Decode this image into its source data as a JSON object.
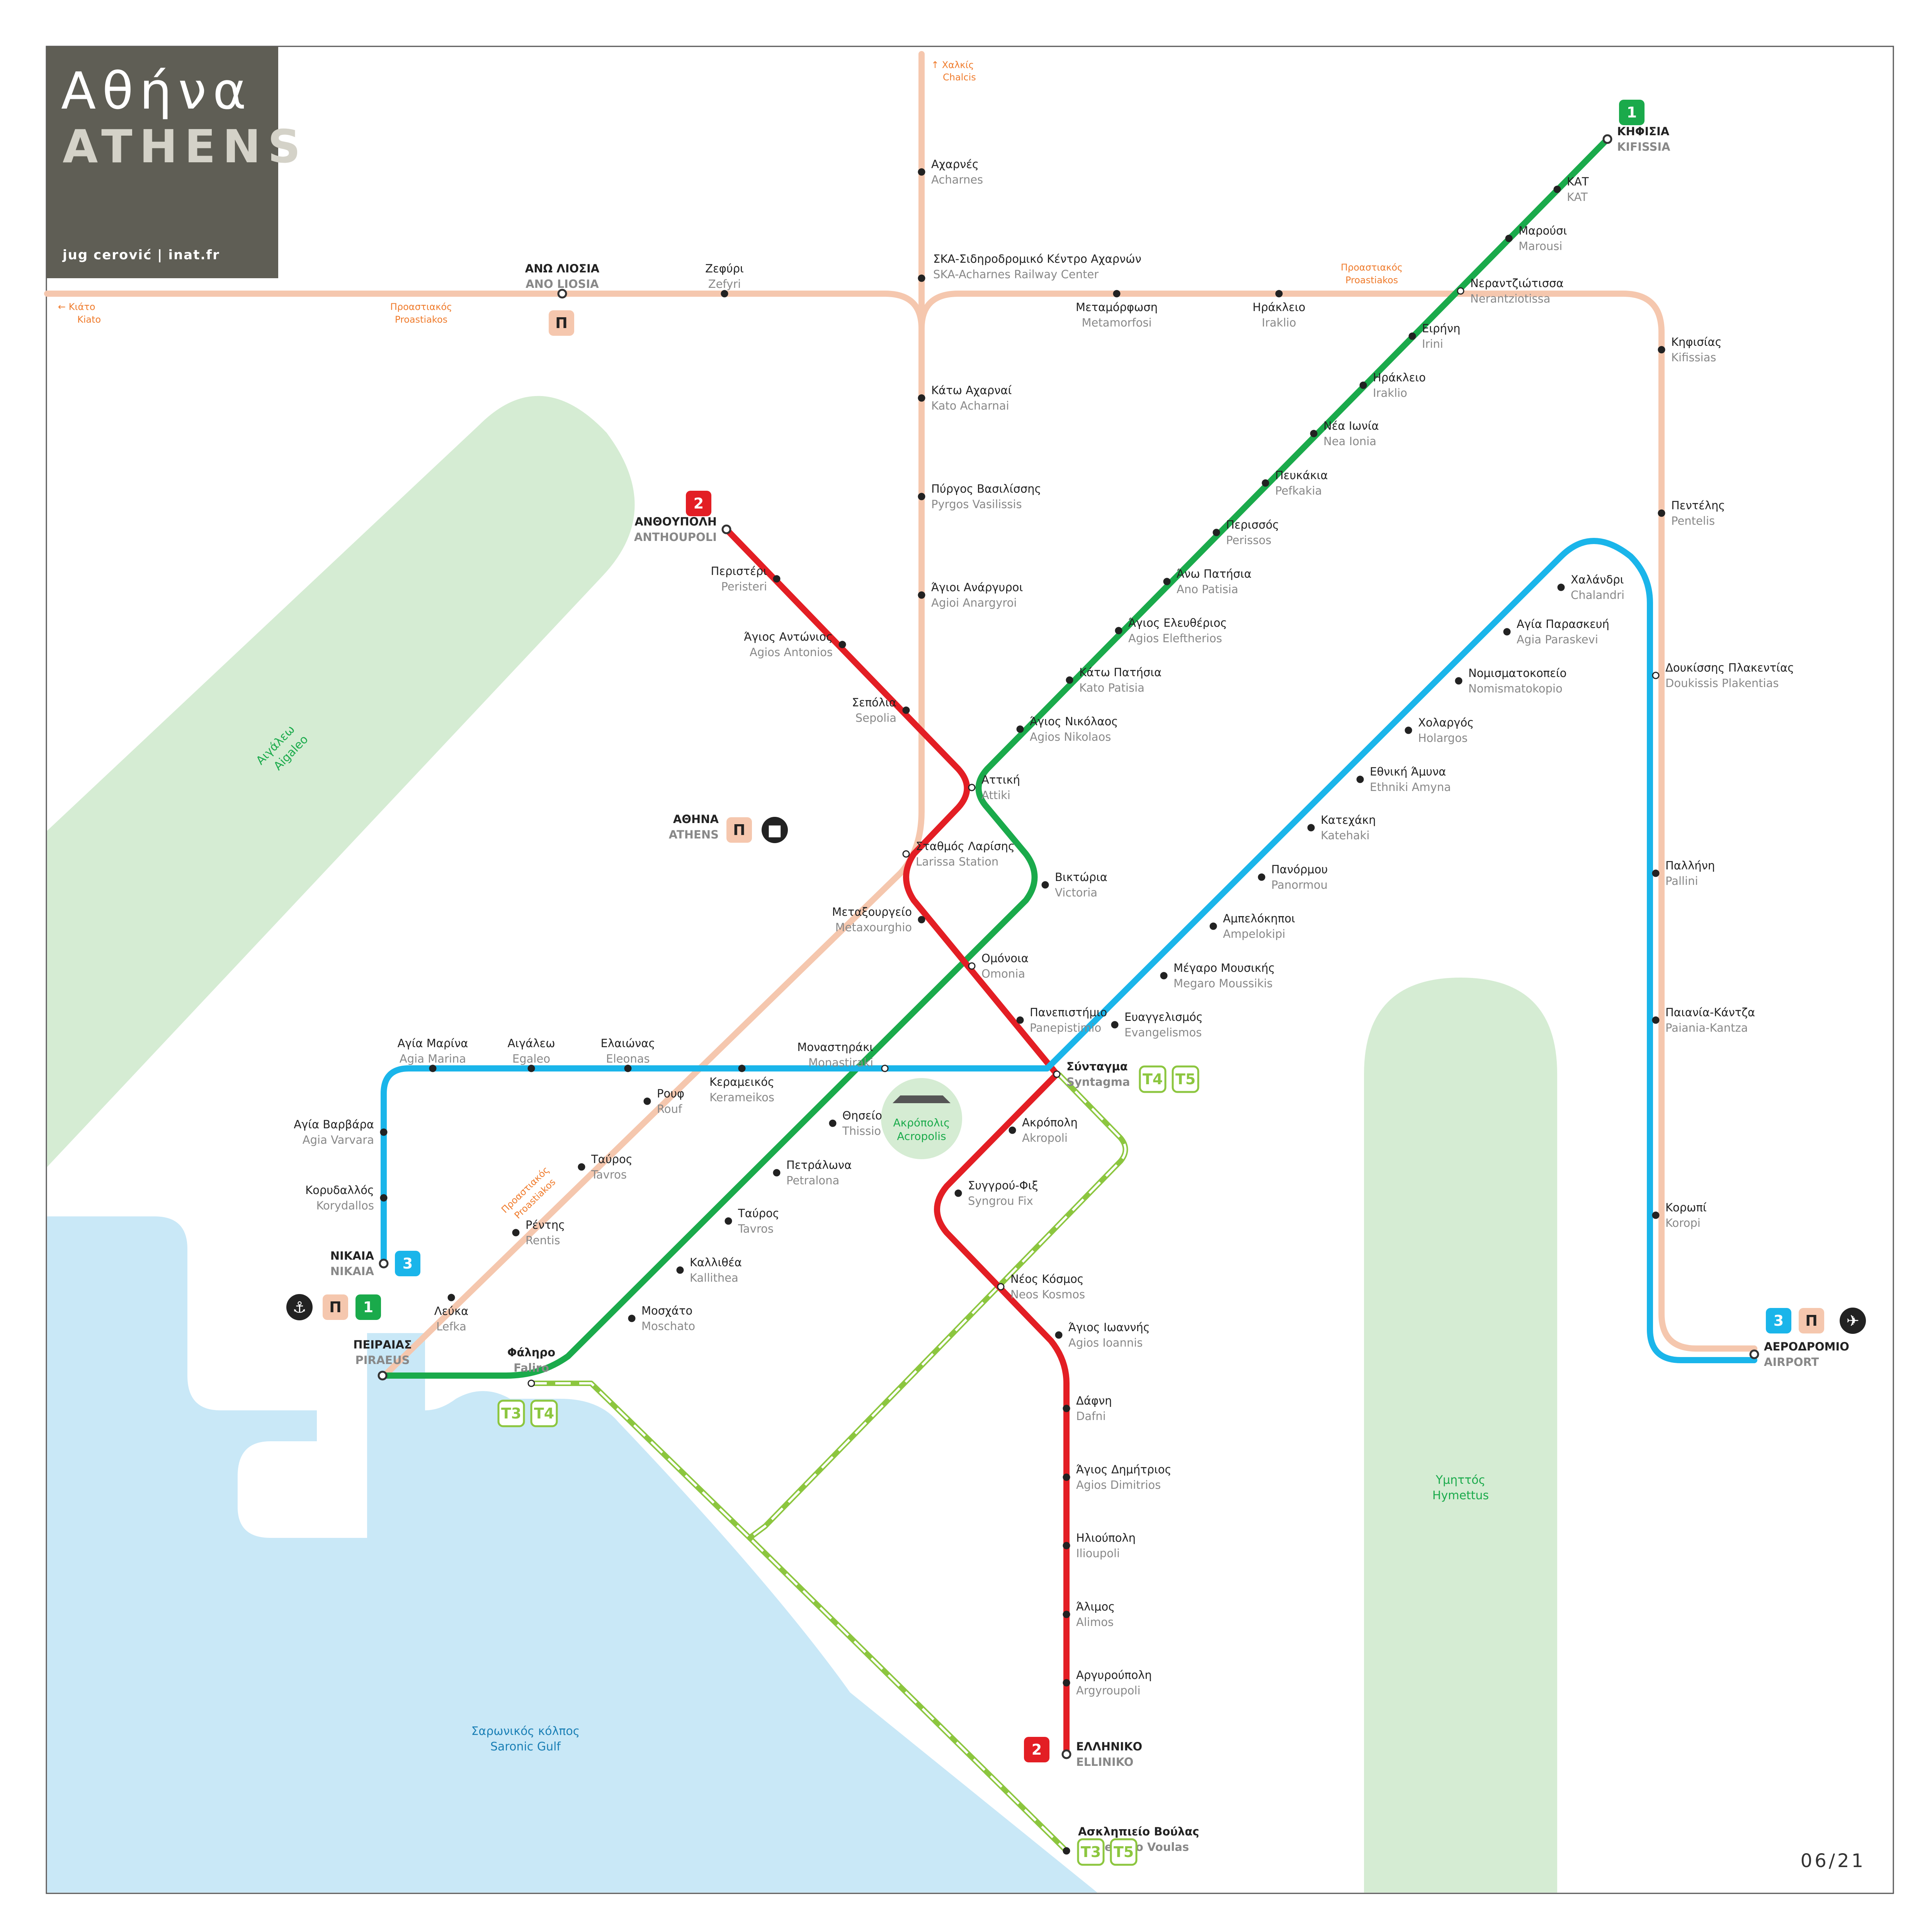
{
  "title": {
    "greek": "Αθήνα",
    "latin": "ATHENS",
    "credit": "jug cerović | inat.fr"
  },
  "version": "06/21",
  "colors": {
    "line1": "#1aaa4b",
    "line2": "#e31e24",
    "line3": "#1ab5ea",
    "proastiakos": "#f5c7ae",
    "tram": "#8cc63f",
    "sea": "#c9e8f7",
    "park": "#d5ecd3",
    "proastiakos_text": "#ef7b2c"
  },
  "regions": {
    "aigaleo": {
      "greek": "Αιγάλεω",
      "latin": "Aigaleo"
    },
    "hymettus": {
      "greek": "Υμηττός",
      "latin": "Hymettus"
    },
    "gulf": {
      "greek": "Σαρωνικός κόλπος",
      "latin": "Saronic Gulf"
    },
    "acropolis": {
      "greek": "Ακρόπολις",
      "latin": "Acropolis"
    }
  },
  "badges": {
    "line1": "1",
    "line2": "2",
    "line3": "3",
    "proastiakos": "Π",
    "t3": "T3",
    "t4": "T4",
    "t5": "T5"
  },
  "directions": {
    "kiato": {
      "greek": "← Κιάτο",
      "latin": "Kiato"
    },
    "chalcis": {
      "greek": "↑ Χαλκίς",
      "latin": "Chalcis"
    }
  },
  "proastiakos_labels": [
    {
      "greek": "Προαστιακός",
      "latin": "Proastiakos"
    },
    {
      "greek": "Προαστιακός",
      "latin": "Proastiakos"
    },
    {
      "greek": "Προαστιακός",
      "latin": "Proastiakos"
    }
  ],
  "stations": [
    {
      "id": "kifissia",
      "greek": "ΚΗΦΙΣΙΑ",
      "latin": "KIFISSIA",
      "terminal": true
    },
    {
      "id": "kat",
      "greek": "ΚΑΤ",
      "latin": "KAT"
    },
    {
      "id": "marousi",
      "greek": "Μαρούσι",
      "latin": "Marousi"
    },
    {
      "id": "nerantziotissa",
      "greek": "Νεραντζιώτισσα",
      "latin": "Nerantziotissa"
    },
    {
      "id": "irini",
      "greek": "Ειρήνη",
      "latin": "Irini"
    },
    {
      "id": "iraklio1",
      "greek": "Ηράκλειο",
      "latin": "Iraklio"
    },
    {
      "id": "neaionia",
      "greek": "Νέα Ιωνία",
      "latin": "Nea Ionia"
    },
    {
      "id": "pefkakia",
      "greek": "Πευκάκια",
      "latin": "Pefkakia"
    },
    {
      "id": "perissos",
      "greek": "Περισσός",
      "latin": "Perissos"
    },
    {
      "id": "anopatisia",
      "greek": "Άνω Πατήσια",
      "latin": "Ano Patisia"
    },
    {
      "id": "agioseleftherios",
      "greek": "Άγιος Ελευθέριος",
      "latin": "Agios Eleftherios"
    },
    {
      "id": "katopatisia",
      "greek": "Κάτω Πατήσια",
      "latin": "Kato Patisia"
    },
    {
      "id": "agiosnikolaos",
      "greek": "Άγιος Νικόλαος",
      "latin": "Agios Nikolaos"
    },
    {
      "id": "attiki",
      "greek": "Αττική",
      "latin": "Attiki"
    },
    {
      "id": "victoria",
      "greek": "Βικτώρια",
      "latin": "Victoria"
    },
    {
      "id": "omonia",
      "greek": "Ομόνοια",
      "latin": "Omonia"
    },
    {
      "id": "monastiraki",
      "greek": "Μοναστηράκι",
      "latin": "Monastiraki"
    },
    {
      "id": "thissio",
      "greek": "Θησείο",
      "latin": "Thissio"
    },
    {
      "id": "petralona",
      "greek": "Πετράλωνα",
      "latin": "Petralona"
    },
    {
      "id": "tavros",
      "greek": "Ταύρος",
      "latin": "Tavros"
    },
    {
      "id": "kallithea",
      "greek": "Καλλιθέα",
      "latin": "Kallithea"
    },
    {
      "id": "moschato",
      "greek": "Μοσχάτο",
      "latin": "Moschato"
    },
    {
      "id": "faliro",
      "greek": "Φάληρο",
      "latin": "Faliro",
      "bold": true
    },
    {
      "id": "piraeus",
      "greek": "ΠΕΙΡΑΙΑΣ",
      "latin": "PIRAEUS",
      "terminal": true
    },
    {
      "id": "anthoupoli",
      "greek": "ΑΝΘΟΥΠΟΛΗ",
      "latin": "ANTHOUPOLI",
      "terminal": true
    },
    {
      "id": "peristeri",
      "greek": "Περιστέρι",
      "latin": "Peristeri"
    },
    {
      "id": "agiosantonios",
      "greek": "Άγιος Αντώνιος",
      "latin": "Agios Antonios"
    },
    {
      "id": "sepolia",
      "greek": "Σεπόλια",
      "latin": "Sepolia"
    },
    {
      "id": "larissa",
      "greek": "Σταθμός Λαρίσης",
      "latin": "Larissa Station"
    },
    {
      "id": "athina",
      "greek": "ΑΘΗΝΑ",
      "latin": "ATHENS",
      "terminal": true
    },
    {
      "id": "metaxourghio",
      "greek": "Μεταξουργείο",
      "latin": "Metaxourghio"
    },
    {
      "id": "panepistimio",
      "greek": "Πανεπιστήμιο",
      "latin": "Panepistimio"
    },
    {
      "id": "syntagma",
      "greek": "Σύνταγμα",
      "latin": "Syntagma",
      "bold": true
    },
    {
      "id": "akropoli",
      "greek": "Ακρόπολη",
      "latin": "Akropoli"
    },
    {
      "id": "syngrou",
      "greek": "Συγγρού-Φιξ",
      "latin": "Syngrou Fix"
    },
    {
      "id": "neoskosmos",
      "greek": "Νέος Κόσμος",
      "latin": "Neos Kosmos"
    },
    {
      "id": "agiosioannis",
      "greek": "Άγιος Ιωαννής",
      "latin": "Agios Ioannis"
    },
    {
      "id": "dafni",
      "greek": "Δάφνη",
      "latin": "Dafni"
    },
    {
      "id": "agiosdimitrios",
      "greek": "Άγιος Δημήτριος",
      "latin": "Agios Dimitrios"
    },
    {
      "id": "ilioupoli",
      "greek": "Ηλιούπολη",
      "latin": "Ilioupoli"
    },
    {
      "id": "alimos",
      "greek": "Άλιμος",
      "latin": "Alimos"
    },
    {
      "id": "argyroupoli",
      "greek": "Αργυρούπολη",
      "latin": "Argyroupoli"
    },
    {
      "id": "elliniko",
      "greek": "ΕΛΛΗΝΙΚΟ",
      "latin": "ELLINIKO",
      "terminal": true
    },
    {
      "id": "nikaia",
      "greek": "ΝΙΚΑΙΑ",
      "latin": "NIKAIA",
      "terminal": true
    },
    {
      "id": "korydallos",
      "greek": "Κορυδαλλός",
      "latin": "Korydallos"
    },
    {
      "id": "agiavarvara",
      "greek": "Αγία Βαρβάρα",
      "latin": "Agia Varvara"
    },
    {
      "id": "agiamarina",
      "greek": "Αγία Μαρίνα",
      "latin": "Agia Marina"
    },
    {
      "id": "egaleo",
      "greek": "Αιγάλεω",
      "latin": "Egaleo"
    },
    {
      "id": "eleonas",
      "greek": "Ελαιώνας",
      "latin": "Eleonas"
    },
    {
      "id": "kerameikos",
      "greek": "Κεραμεικός",
      "latin": "Kerameikos"
    },
    {
      "id": "evangelismos",
      "greek": "Ευαγγελισμός",
      "latin": "Evangelismos"
    },
    {
      "id": "megaro",
      "greek": "Μέγαρο Μουσικής",
      "latin": "Megaro Moussikis"
    },
    {
      "id": "ampelokipi",
      "greek": "Αμπελόκηποι",
      "latin": "Ampelokipi"
    },
    {
      "id": "panormou",
      "greek": "Πανόρμου",
      "latin": "Panormou"
    },
    {
      "id": "katehaki",
      "greek": "Κατεχάκη",
      "latin": "Katehaki"
    },
    {
      "id": "ethnikiamyna",
      "greek": "Εθνική Άμυνα",
      "latin": "Ethniki Amyna"
    },
    {
      "id": "holargos",
      "greek": "Χολαργός",
      "latin": "Holargos"
    },
    {
      "id": "nomismatokopio",
      "greek": "Νομισματοκοπείο",
      "latin": "Nomismatokopio"
    },
    {
      "id": "agiaparaskevi",
      "greek": "Αγία Παρασκευή",
      "latin": "Agia Paraskevi"
    },
    {
      "id": "chalandri",
      "greek": "Χαλάνδρι",
      "latin": "Chalandri"
    },
    {
      "id": "doukissis",
      "greek": "Δουκίσσης Πλακεντίας",
      "latin": "Doukissis Plakentias"
    },
    {
      "id": "pallini",
      "greek": "Παλλήνη",
      "latin": "Pallini"
    },
    {
      "id": "paiania",
      "greek": "Παιανία-Κάντζα",
      "latin": "Paiania-Kantza"
    },
    {
      "id": "koropi",
      "greek": "Κορωπί",
      "latin": "Koropi"
    },
    {
      "id": "airport",
      "greek": "ΑΕΡΟΔΡΟΜΙΟ",
      "latin": "AIRPORT",
      "terminal": true
    },
    {
      "id": "kifissias_p",
      "greek": "Κηφισίας",
      "latin": "Kifissias"
    },
    {
      "id": "pentelis",
      "greek": "Πεντέλης",
      "latin": "Pentelis"
    },
    {
      "id": "metamorfosi",
      "greek": "Μεταμόρφωση",
      "latin": "Metamorfosi"
    },
    {
      "id": "iraklio_p",
      "greek": "Ηράκλειο",
      "latin": "Iraklio"
    },
    {
      "id": "ano_liosia",
      "greek": "ΑΝΩ ΛΙΟΣΙΑ",
      "latin": "ANO LIOSIA",
      "terminal": true
    },
    {
      "id": "zefyri",
      "greek": "Ζεφύρι",
      "latin": "Zefyri"
    },
    {
      "id": "ska",
      "greek": "ΣΚΑ-Σιδηροδρομικό Κέντρο Αχαρνών",
      "latin": "SKA-Acharnes Railway Center"
    },
    {
      "id": "acharnes",
      "greek": "Αχαρνές",
      "latin": "Acharnes"
    },
    {
      "id": "katoacharnai",
      "greek": "Κάτω Αχαρναί",
      "latin": "Kato Acharnai"
    },
    {
      "id": "pyrgos",
      "greek": "Πύργος Βασιλίσσης",
      "latin": "Pyrgos Vasilissis"
    },
    {
      "id": "agioianargyroi",
      "greek": "Άγιοι Ανάργυροι",
      "latin": "Agioi Anargyroi"
    },
    {
      "id": "rouf",
      "greek": "Ρουφ",
      "latin": "Rouf"
    },
    {
      "id": "tavros_p",
      "greek": "Ταύρος",
      "latin": "Tavros"
    },
    {
      "id": "rentis",
      "greek": "Ρέντης",
      "latin": "Rentis"
    },
    {
      "id": "lefka",
      "greek": "Λεύκα",
      "latin": "Lefka"
    },
    {
      "id": "asklepieio",
      "greek": "Ασκληπιείο Βούλας",
      "latin": "Asklepieio Voulas",
      "bold": true
    }
  ]
}
